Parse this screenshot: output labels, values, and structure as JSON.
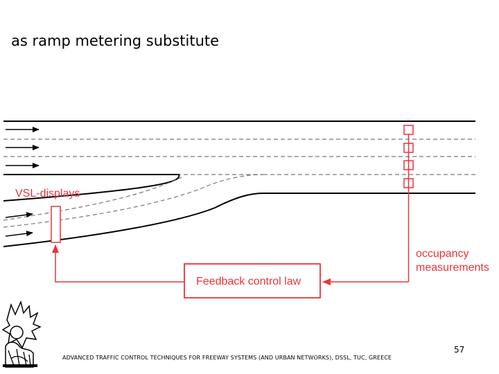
{
  "slide": {
    "title": "as ramp metering substitute",
    "page_number": "57",
    "footer": "ADVANCED TRAFFIC CONTROL TECHNIQUES FOR FREEWAY SYSTEMS (AND URBAN NETWORKS), DSSL, TUC, GREECE"
  },
  "diagram": {
    "vsl_label": "VSL-displays",
    "occupancy_label_line1": "occupancy",
    "occupancy_label_line2": "measurements",
    "controller_label": "Feedback control law",
    "accent_color": "#e8343b",
    "road_color": "#000000"
  },
  "logo": {
    "icon": "university-crest-icon"
  }
}
